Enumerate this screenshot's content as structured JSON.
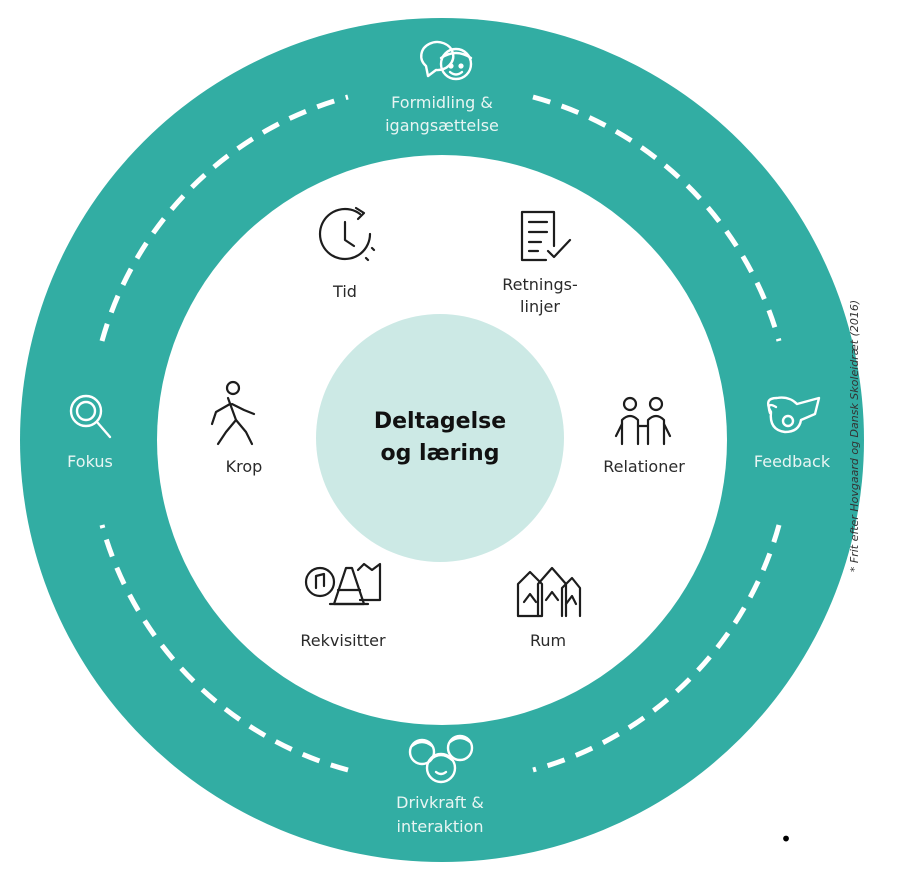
{
  "colors": {
    "ring": "#32ada3",
    "center": "#cce9e5",
    "inner": "#ffffff",
    "dash": "#ffffff",
    "outer_text": "#e8f5f3",
    "inner_text": "#2a2a2a"
  },
  "center": {
    "line1": "Deltagelse",
    "line2": "og læring"
  },
  "outer_items": {
    "top": {
      "icon": "speech-faces-icon",
      "line1": "Formidling &",
      "line2": "igangsættelse"
    },
    "left": {
      "icon": "magnifier-icon",
      "line1": "Fokus"
    },
    "right": {
      "icon": "whistle-icon",
      "line1": "Feedback"
    },
    "bottom": {
      "icon": "group-faces-icon",
      "line1": "Drivkraft &",
      "line2": "interaktion"
    }
  },
  "inner_items": {
    "tid": {
      "icon": "clock-icon",
      "line1": "Tid"
    },
    "retningslinjer": {
      "icon": "checklist-icon",
      "line1": "Retnings-",
      "line2": "linjer"
    },
    "relationer": {
      "icon": "people-pair-icon",
      "line1": "Relationer"
    },
    "rum": {
      "icon": "trees-icon",
      "line1": "Rum"
    },
    "rekvisitter": {
      "icon": "props-icon",
      "line1": "Rekvisitter"
    },
    "krop": {
      "icon": "walking-person-icon",
      "line1": "Krop"
    }
  },
  "footnote": "* Frit efter Hovgaard og Dansk Skoleidræt (2016)",
  "bullet": "•"
}
